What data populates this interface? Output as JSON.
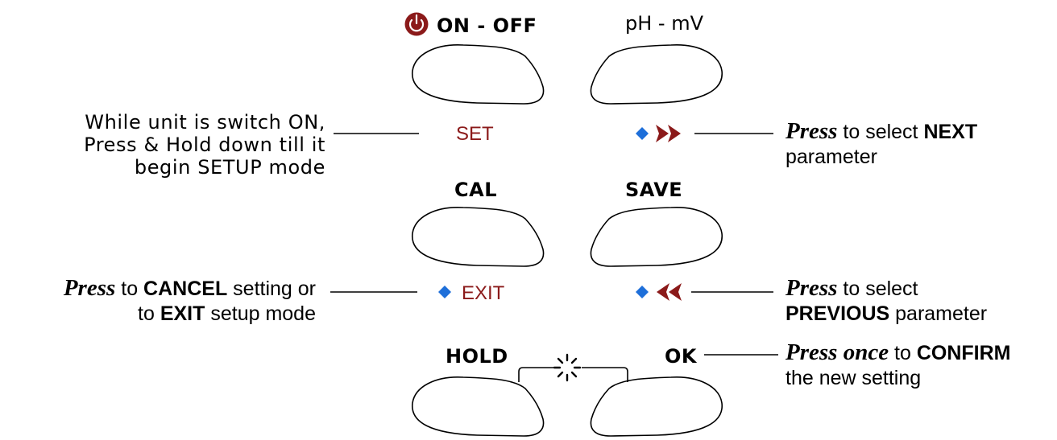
{
  "buttons": {
    "on_off_label": "ON - OFF",
    "ph_mv_label": "pH - mV",
    "set_label": "SET",
    "cal_label": "CAL",
    "save_label": "SAVE",
    "exit_label": "EXIT",
    "hold_label": "HOLD",
    "ok_label": "OK"
  },
  "icons": {
    "power": "power-icon",
    "next": "next-double-chevron-icon",
    "previous": "previous-double-chevron-icon",
    "backlight": "backlight-sun-icon",
    "bullet": "diamond-bullet-icon"
  },
  "notes": {
    "set": {
      "line1": "While unit is switch ON,",
      "line2": "Press & Hold down till it",
      "line3": "begin SETUP mode"
    },
    "next": {
      "press": "Press",
      "text1": " to select ",
      "strong1": "NEXT",
      "line2": "parameter"
    },
    "exit": {
      "press": "Press",
      "text1": " to ",
      "strong1": "CANCEL",
      "text2": " setting or",
      "text3": "to ",
      "strong2": "EXIT",
      "text4": " setup mode"
    },
    "previous": {
      "press": "Press",
      "text1": " to select",
      "strong1": "PREVIOUS",
      "text2": " parameter"
    },
    "ok": {
      "press": "Press once",
      "text1": " to ",
      "strong1": "CONFIRM",
      "line2": "the new setting"
    }
  },
  "colors": {
    "power_icon": "#8b1a1a",
    "function_label": "#8b1a1a",
    "bullet": "#1e6fd9",
    "text": "#000000"
  }
}
